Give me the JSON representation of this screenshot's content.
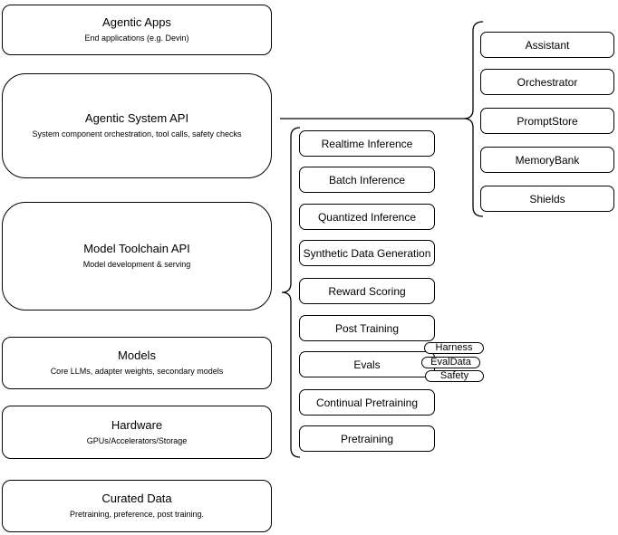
{
  "diagram": {
    "layers": [
      {
        "title": "Agentic Apps",
        "subtitle": "End applications (e.g. Devin)"
      },
      {
        "title": "Agentic System API",
        "subtitle": "System component orchestration, tool calls, safety checks"
      },
      {
        "title": "Model Toolchain API",
        "subtitle": "Model development & serving"
      },
      {
        "title": "Models",
        "subtitle": "Core LLMs, adapter weights, secondary models"
      },
      {
        "title": "Hardware",
        "subtitle": "GPUs/Accelerators/Storage"
      },
      {
        "title": "Curated Data",
        "subtitle": "Pretraining, preference, post training."
      }
    ],
    "toolchain_components": [
      "Realtime Inference",
      "Batch Inference",
      "Quantized Inference",
      "Synthetic Data Generation",
      "Reward Scoring",
      "Post Training",
      "Evals",
      "Continual Pretraining",
      "Pretraining"
    ],
    "evals_tags": [
      "Harness",
      "EvalData",
      "Safety"
    ],
    "system_components": [
      "Assistant",
      "Orchestrator",
      "PromptStore",
      "MemoryBank",
      "Shields"
    ],
    "colors": {
      "stroke": "#000000",
      "background": "#ffffff",
      "text": "#000000"
    }
  }
}
